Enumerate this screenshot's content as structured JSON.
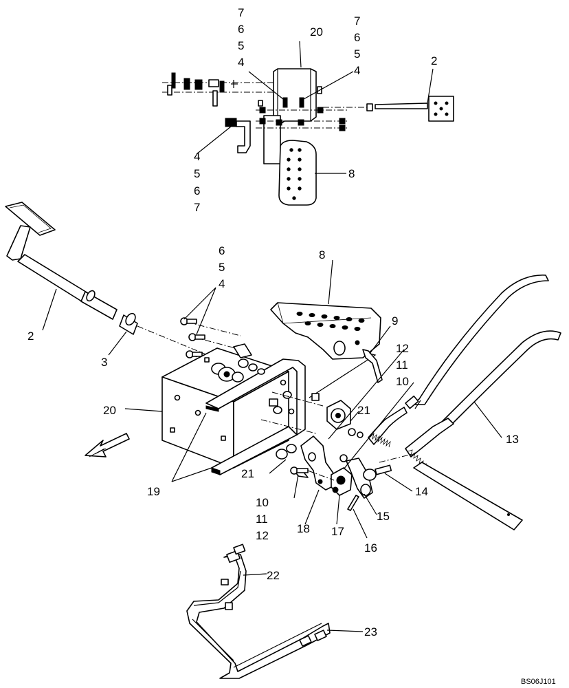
{
  "reference_code": "BS06J101",
  "upper_view_labels": {
    "stack_left_top": [
      "7",
      "6",
      "5",
      "4"
    ],
    "stack_right_top": [
      "7",
      "6",
      "5",
      "4"
    ],
    "stack_left_bottom": [
      "4",
      "5",
      "6",
      "7"
    ],
    "bracket": "20",
    "pedal": "2",
    "pedal_plate": "8"
  },
  "lower_view_labels": {
    "pedal": "2",
    "bushing": "3",
    "bolt_stack": [
      "6",
      "5",
      "4"
    ],
    "pedal_plate": "8",
    "spring": "9",
    "hardware_right": [
      "12",
      "11",
      "10"
    ],
    "bracket": "20",
    "washer_right": "21",
    "washer_left": "21",
    "hardware_left": [
      "10",
      "11",
      "12"
    ],
    "cable": "13",
    "clevis": "14",
    "pin": "15",
    "cotter_pin": "16",
    "pivot": "17",
    "lever": "18",
    "bracket_edge": "19",
    "fitting": "22",
    "tube": "23"
  }
}
